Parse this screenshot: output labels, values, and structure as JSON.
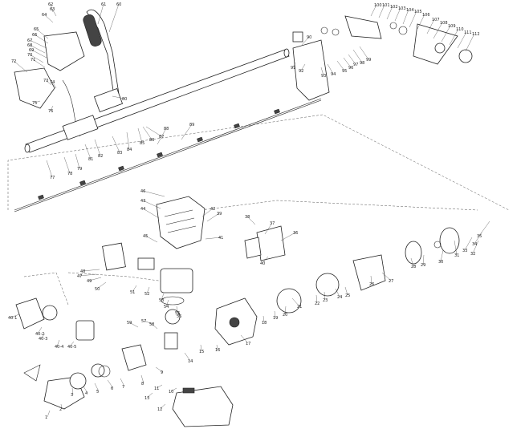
{
  "diagram": {
    "callouts": [
      {
        "id": "c62",
        "text": "62"
      },
      {
        "id": "c63",
        "text": "63"
      },
      {
        "id": "c64",
        "text": "64"
      },
      {
        "id": "c65",
        "text": "65"
      },
      {
        "id": "c66",
        "text": "66"
      },
      {
        "id": "c67",
        "text": "67"
      },
      {
        "id": "c68",
        "text": "68"
      },
      {
        "id": "c69",
        "text": "69"
      },
      {
        "id": "c70",
        "text": "70"
      },
      {
        "id": "c71",
        "text": "71"
      },
      {
        "id": "c72",
        "text": "72"
      },
      {
        "id": "c73",
        "text": "73"
      },
      {
        "id": "c74",
        "text": "74"
      },
      {
        "id": "c75",
        "text": "75"
      },
      {
        "id": "c76",
        "text": "76"
      },
      {
        "id": "c60",
        "text": "60"
      },
      {
        "id": "c61",
        "text": "61"
      },
      {
        "id": "c80",
        "text": "80"
      },
      {
        "id": "c77",
        "text": "77"
      },
      {
        "id": "c78",
        "text": "78"
      },
      {
        "id": "c79",
        "text": "79"
      },
      {
        "id": "c81",
        "text": "81"
      },
      {
        "id": "c82",
        "text": "82"
      },
      {
        "id": "c83",
        "text": "83"
      },
      {
        "id": "c84",
        "text": "84"
      },
      {
        "id": "c85",
        "text": "85"
      },
      {
        "id": "c86",
        "text": "86"
      },
      {
        "id": "c87",
        "text": "87"
      },
      {
        "id": "c88",
        "text": "88"
      },
      {
        "id": "c89",
        "text": "89"
      },
      {
        "id": "c90",
        "text": "90"
      },
      {
        "id": "c91",
        "text": "91"
      },
      {
        "id": "c92",
        "text": "92"
      },
      {
        "id": "c93",
        "text": "93"
      },
      {
        "id": "c94",
        "text": "94"
      },
      {
        "id": "c95",
        "text": "95"
      },
      {
        "id": "c96",
        "text": "96"
      },
      {
        "id": "c97",
        "text": "97"
      },
      {
        "id": "c98",
        "text": "98"
      },
      {
        "id": "c99",
        "text": "99"
      },
      {
        "id": "c100",
        "text": "100"
      },
      {
        "id": "c101",
        "text": "101"
      },
      {
        "id": "c102",
        "text": "102"
      },
      {
        "id": "c103",
        "text": "103"
      },
      {
        "id": "c104",
        "text": "104"
      },
      {
        "id": "c105",
        "text": "105"
      },
      {
        "id": "c106",
        "text": "106"
      },
      {
        "id": "c107",
        "text": "107"
      },
      {
        "id": "c108",
        "text": "108"
      },
      {
        "id": "c109",
        "text": "109"
      },
      {
        "id": "c110",
        "text": "110"
      },
      {
        "id": "c111",
        "text": "111"
      },
      {
        "id": "c112",
        "text": "112"
      },
      {
        "id": "c43",
        "text": "43"
      },
      {
        "id": "c44",
        "text": "44"
      },
      {
        "id": "c45",
        "text": "45"
      },
      {
        "id": "c46",
        "text": "46"
      },
      {
        "id": "c42",
        "text": "42"
      },
      {
        "id": "c39",
        "text": "39"
      },
      {
        "id": "c41",
        "text": "41"
      },
      {
        "id": "c38",
        "text": "38"
      },
      {
        "id": "c37",
        "text": "37"
      },
      {
        "id": "c36",
        "text": "36"
      },
      {
        "id": "c40",
        "text": "40"
      },
      {
        "id": "c35",
        "text": "35"
      },
      {
        "id": "c34",
        "text": "34"
      },
      {
        "id": "c33",
        "text": "33"
      },
      {
        "id": "c32",
        "text": "32"
      },
      {
        "id": "c31",
        "text": "31"
      },
      {
        "id": "c30",
        "text": "30"
      },
      {
        "id": "c29",
        "text": "29"
      },
      {
        "id": "c28",
        "text": "28"
      },
      {
        "id": "c27",
        "text": "27"
      },
      {
        "id": "c26",
        "text": "26"
      },
      {
        "id": "c25",
        "text": "25"
      },
      {
        "id": "c24",
        "text": "24"
      },
      {
        "id": "c23",
        "text": "23"
      },
      {
        "id": "c22",
        "text": "22"
      },
      {
        "id": "c21",
        "text": "21"
      },
      {
        "id": "c20",
        "text": "20"
      },
      {
        "id": "c19",
        "text": "19"
      },
      {
        "id": "c18",
        "text": "18"
      },
      {
        "id": "c17",
        "text": "17"
      },
      {
        "id": "c16",
        "text": "16"
      },
      {
        "id": "c15",
        "text": "15"
      },
      {
        "id": "c14",
        "text": "14"
      },
      {
        "id": "c13",
        "text": "13"
      },
      {
        "id": "c12",
        "text": "12"
      },
      {
        "id": "c11",
        "text": "11"
      },
      {
        "id": "c10",
        "text": "10"
      },
      {
        "id": "c9",
        "text": "9"
      },
      {
        "id": "c8",
        "text": "8"
      },
      {
        "id": "c7",
        "text": "7"
      },
      {
        "id": "c6",
        "text": "6"
      },
      {
        "id": "c5",
        "text": "5"
      },
      {
        "id": "c4",
        "text": "4"
      },
      {
        "id": "c3",
        "text": "3"
      },
      {
        "id": "c2",
        "text": "2"
      },
      {
        "id": "c1",
        "text": "1"
      },
      {
        "id": "c47",
        "text": "47"
      },
      {
        "id": "c48",
        "text": "48"
      },
      {
        "id": "c49",
        "text": "49"
      },
      {
        "id": "c50",
        "text": "50"
      },
      {
        "id": "c51",
        "text": "51"
      },
      {
        "id": "c52",
        "text": "52"
      },
      {
        "id": "c53",
        "text": "53"
      },
      {
        "id": "c54",
        "text": "54"
      },
      {
        "id": "c55",
        "text": "55"
      },
      {
        "id": "c56",
        "text": "56"
      },
      {
        "id": "c57",
        "text": "57"
      },
      {
        "id": "c58",
        "text": "58"
      },
      {
        "id": "c59",
        "text": "59"
      },
      {
        "id": "c401",
        "text": "40-1"
      },
      {
        "id": "c402",
        "text": "40-2"
      },
      {
        "id": "c403",
        "text": "40-3"
      },
      {
        "id": "c404",
        "text": "40-4"
      },
      {
        "id": "c405",
        "text": "40-5"
      }
    ]
  }
}
